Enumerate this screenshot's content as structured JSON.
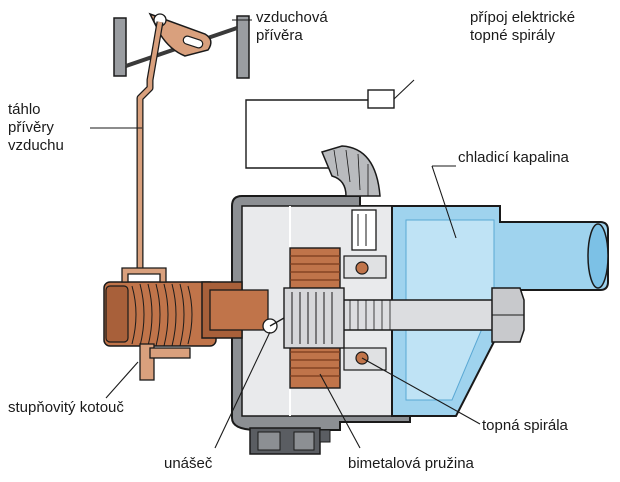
{
  "labels": {
    "air_flap": [
      "vzduchová",
      "přívěra"
    ],
    "heater_connection": [
      "přípoj elektrické",
      "topné spirály"
    ],
    "flap_rod": [
      "táhlo",
      "přívěry",
      "vzduchu"
    ],
    "coolant": "chladicí kapalina",
    "step_disc": "stupňovitý kotouč",
    "carrier": "unášeč",
    "heating_coil": "topná spirála",
    "bimetal_spring": "bimetalová pružina"
  },
  "colors": {
    "housing": "#8c8f93",
    "housing_dark": "#5a5d62",
    "interior": "#e9eaec",
    "coolant": "#9fd3ee",
    "coolant_dark": "#5aa8d4",
    "copper": "#c0744a",
    "rod": "#d9a07d",
    "spring": "#b5653f",
    "outline": "#1a1a1a"
  }
}
